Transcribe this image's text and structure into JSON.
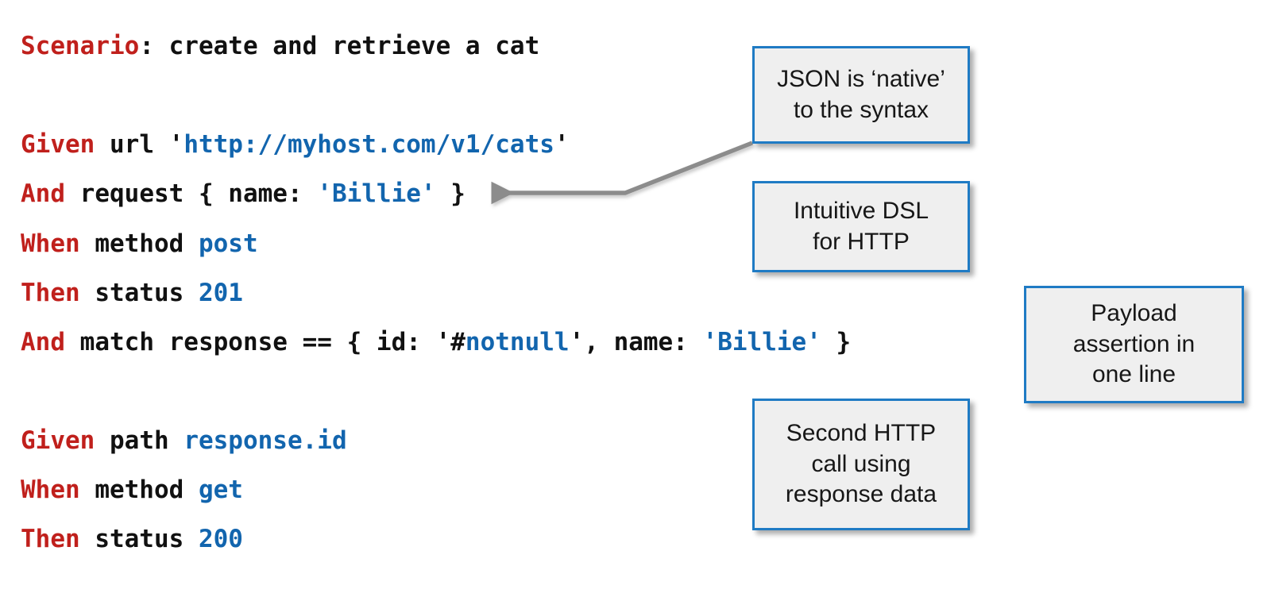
{
  "slide": {
    "background": "#ffffff",
    "keyword_color": "#C0201C",
    "value_color": "#1265AE",
    "text_color": "#111111",
    "callout_border_color": "#1F7BC4",
    "callout_fill_color": "#EFEFEF",
    "arrow_color": "#8C8C8C"
  },
  "code": {
    "lines": [
      {
        "id": "scenario",
        "segments": [
          {
            "text": "Scenario",
            "style": "kw"
          },
          {
            "text": ": create and retrieve a cat",
            "style": "plain"
          }
        ]
      },
      {
        "id": "given-url",
        "segments": [
          {
            "text": "Given",
            "style": "kw"
          },
          {
            "text": " url '",
            "style": "plain"
          },
          {
            "text": "http://myhost.com/v1/cats",
            "style": "val"
          },
          {
            "text": "'",
            "style": "plain"
          }
        ]
      },
      {
        "id": "and-request",
        "segments": [
          {
            "text": "And",
            "style": "kw"
          },
          {
            "text": " request { name: ",
            "style": "plain"
          },
          {
            "text": "'Billie'",
            "style": "val"
          },
          {
            "text": " }",
            "style": "plain"
          }
        ]
      },
      {
        "id": "when-method-post",
        "segments": [
          {
            "text": "When",
            "style": "kw"
          },
          {
            "text": " method ",
            "style": "plain"
          },
          {
            "text": "post",
            "style": "val"
          }
        ]
      },
      {
        "id": "then-status-201",
        "segments": [
          {
            "text": "Then",
            "style": "kw"
          },
          {
            "text": " status ",
            "style": "plain"
          },
          {
            "text": "201",
            "style": "val"
          }
        ]
      },
      {
        "id": "and-match-response",
        "segments": [
          {
            "text": "And",
            "style": "kw"
          },
          {
            "text": " match response == { id: '#",
            "style": "plain"
          },
          {
            "text": "notnull",
            "style": "val"
          },
          {
            "text": "', name: ",
            "style": "plain"
          },
          {
            "text": "'Billie'",
            "style": "val"
          },
          {
            "text": " }",
            "style": "plain"
          }
        ]
      },
      {
        "id": "given-path",
        "segments": [
          {
            "text": "Given",
            "style": "kw"
          },
          {
            "text": " path ",
            "style": "plain"
          },
          {
            "text": "response.id",
            "style": "val"
          }
        ]
      },
      {
        "id": "when-method-get",
        "segments": [
          {
            "text": "When",
            "style": "kw"
          },
          {
            "text": " method ",
            "style": "plain"
          },
          {
            "text": "get",
            "style": "val"
          }
        ]
      },
      {
        "id": "then-status-200",
        "segments": [
          {
            "text": "Then",
            "style": "kw"
          },
          {
            "text": " status ",
            "style": "plain"
          },
          {
            "text": "200",
            "style": "val"
          }
        ]
      }
    ]
  },
  "callouts": [
    {
      "id": "json-native",
      "lines": [
        "JSON is ‘native’",
        "to the syntax"
      ]
    },
    {
      "id": "intuitive-dsl",
      "lines": [
        "Intuitive DSL",
        "for HTTP"
      ]
    },
    {
      "id": "payload-assertion",
      "lines": [
        "Payload",
        "assertion in",
        "one line"
      ]
    },
    {
      "id": "second-http-call",
      "lines": [
        "Second HTTP",
        "call using",
        "response data"
      ]
    }
  ]
}
